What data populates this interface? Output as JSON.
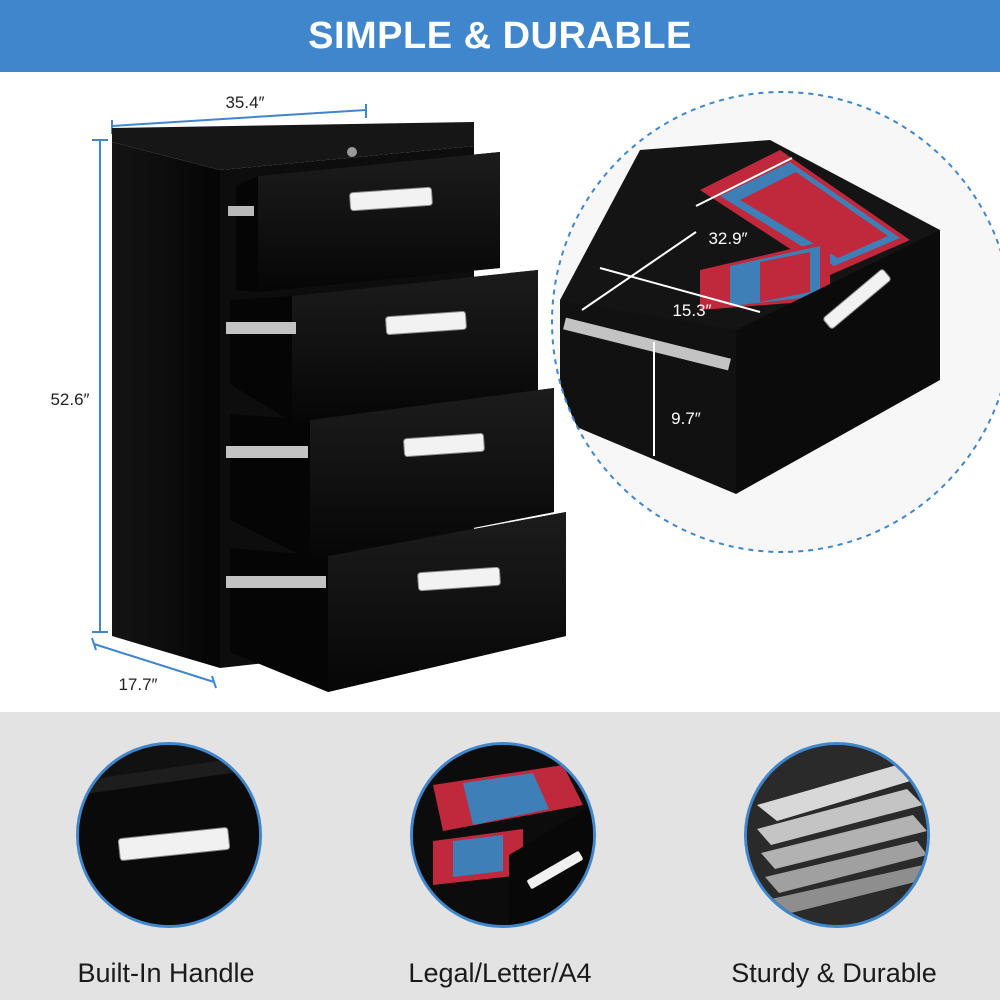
{
  "banner": {
    "title": "SIMPLE & DURABLE"
  },
  "dimensions": {
    "width": "35.4″",
    "height": "52.6″",
    "depth": "17.7″",
    "drawer_length": "32.9″",
    "drawer_width": "15.3″",
    "drawer_height": "9.7″"
  },
  "features": [
    {
      "label": "Built-In Handle"
    },
    {
      "label": "Legal/Letter/A4"
    },
    {
      "label": "Sturdy & Durable"
    }
  ],
  "colors": {
    "accent_blue": "#3f86cc",
    "cabinet_black": "#0c0c0c",
    "folder_red": "#c0283c",
    "folder_blue": "#3e7fb8",
    "bottom_panel": "#e3e3e3"
  }
}
